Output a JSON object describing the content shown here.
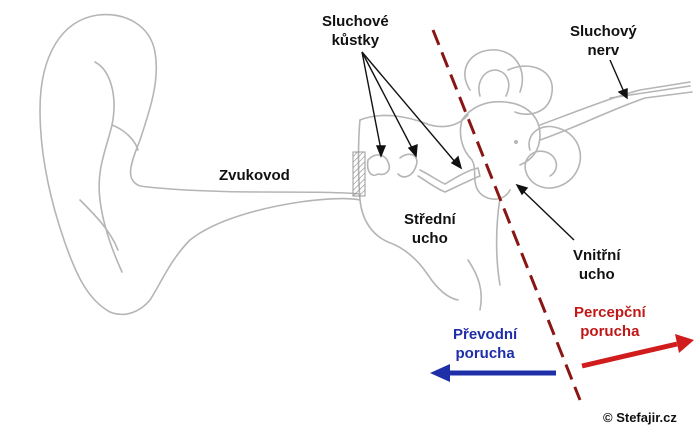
{
  "labels": {
    "ossicles": [
      "Sluchové",
      "kůstky"
    ],
    "auditory_nerve": [
      "Sluchový",
      "nerv"
    ],
    "ear_canal": "Zvukovod",
    "middle_ear": [
      "Střední",
      "ucho"
    ],
    "inner_ear": [
      "Vnitřní",
      "ucho"
    ],
    "perceptive_disorder": [
      "Percepční",
      "porucha"
    ],
    "conductive_disorder": [
      "Převodní",
      "porucha"
    ]
  },
  "copyright": "© Stefajir.cz",
  "colors": {
    "outline": "#b5b5b5",
    "pointer": "#111111",
    "divider": "#8a1515",
    "conductive": "#1f2fa8",
    "perceptive": "#d01c1c"
  },
  "icons": {
    "copyright": "copyright-symbol"
  }
}
